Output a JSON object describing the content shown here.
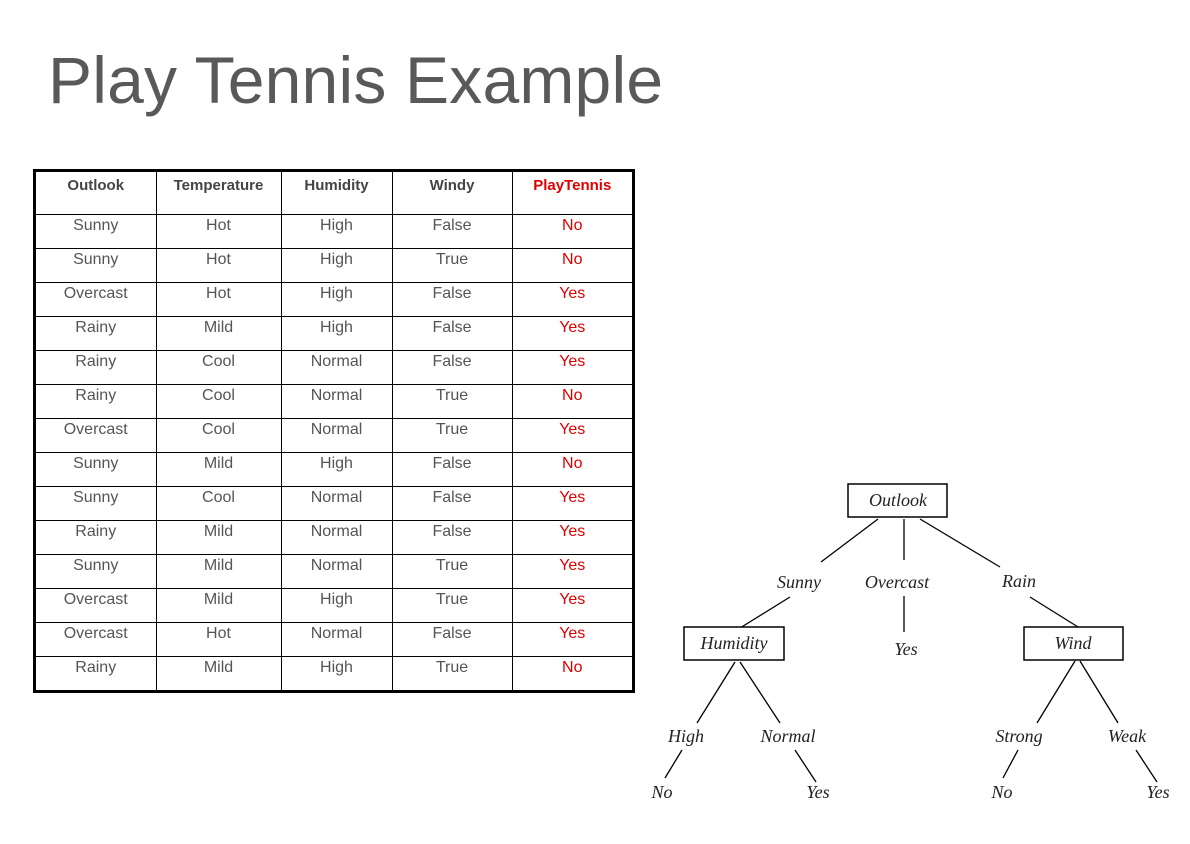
{
  "title": "Play Tennis Example",
  "table": {
    "headers": [
      "Outlook",
      "Temperature",
      "Humidity",
      "Windy",
      "PlayTennis"
    ],
    "rows": [
      [
        "Sunny",
        "Hot",
        "High",
        "False",
        "No"
      ],
      [
        "Sunny",
        "Hot",
        "High",
        "True",
        "No"
      ],
      [
        "Overcast",
        "Hot",
        "High",
        "False",
        "Yes"
      ],
      [
        "Rainy",
        "Mild",
        "High",
        "False",
        "Yes"
      ],
      [
        "Rainy",
        "Cool",
        "Normal",
        "False",
        "Yes"
      ],
      [
        "Rainy",
        "Cool",
        "Normal",
        "True",
        "No"
      ],
      [
        "Overcast",
        "Cool",
        "Normal",
        "True",
        "Yes"
      ],
      [
        "Sunny",
        "Mild",
        "High",
        "False",
        "No"
      ],
      [
        "Sunny",
        "Cool",
        "Normal",
        "False",
        "Yes"
      ],
      [
        "Rainy",
        "Mild",
        "Normal",
        "False",
        "Yes"
      ],
      [
        "Sunny",
        "Mild",
        "Normal",
        "True",
        "Yes"
      ],
      [
        "Overcast",
        "Mild",
        "High",
        "True",
        "Yes"
      ],
      [
        "Overcast",
        "Hot",
        "Normal",
        "False",
        "Yes"
      ],
      [
        "Rainy",
        "Mild",
        "High",
        "True",
        "No"
      ]
    ]
  },
  "tree": {
    "root": "Outlook",
    "branches": {
      "sunny": "Sunny",
      "overcast": "Overcast",
      "rain": "Rain"
    },
    "humidity": {
      "node": "Humidity",
      "high": "High",
      "normal": "Normal",
      "high_leaf": "No",
      "normal_leaf": "Yes"
    },
    "overcast_leaf": "Yes",
    "wind": {
      "node": "Wind",
      "strong": "Strong",
      "weak": "Weak",
      "strong_leaf": "No",
      "weak_leaf": "Yes"
    }
  },
  "colors": {
    "title": "#595959",
    "target_column": "#e00000",
    "table_text": "#555555"
  }
}
